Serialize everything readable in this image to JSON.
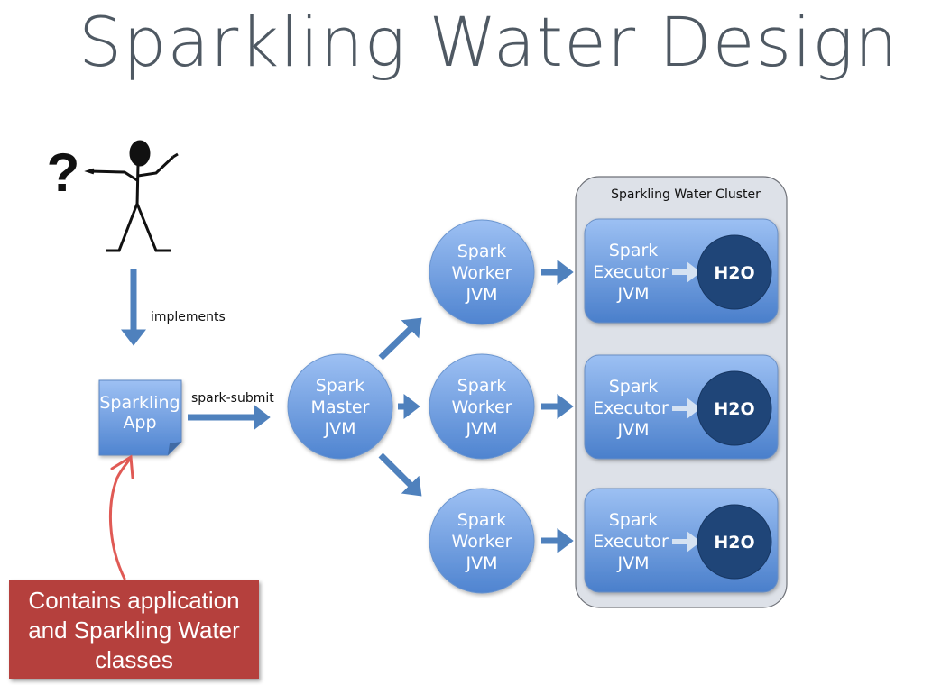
{
  "title": "Sparkling Water Design",
  "user": {
    "question_mark": "?"
  },
  "edges": {
    "implements": "implements",
    "spark_submit": "spark-submit"
  },
  "app": {
    "line1": "Sparkling",
    "line2": "App"
  },
  "master": {
    "line1": "Spark",
    "line2": "Master",
    "line3": "JVM"
  },
  "workers": [
    {
      "line1": "Spark",
      "line2": "Worker",
      "line3": "JVM"
    },
    {
      "line1": "Spark",
      "line2": "Worker",
      "line3": "JVM"
    },
    {
      "line1": "Spark",
      "line2": "Worker",
      "line3": "JVM"
    }
  ],
  "cluster": {
    "label": "Sparkling Water Cluster",
    "executors": [
      {
        "line1": "Spark",
        "line2": "Executor",
        "line3": "JVM",
        "h2o": "H2O"
      },
      {
        "line1": "Spark",
        "line2": "Executor",
        "line3": "JVM",
        "h2o": "H2O"
      },
      {
        "line1": "Spark",
        "line2": "Executor",
        "line3": "JVM",
        "h2o": "H2O"
      }
    ]
  },
  "note": {
    "text": "Contains application and Sparkling Water classes"
  },
  "colors": {
    "node_blue": "#5b8fd6",
    "arrow_blue": "#4f81bd",
    "h2o_dark": "#1f4578",
    "cluster_bg": "#dde1e8",
    "note_red": "#b5403d"
  }
}
